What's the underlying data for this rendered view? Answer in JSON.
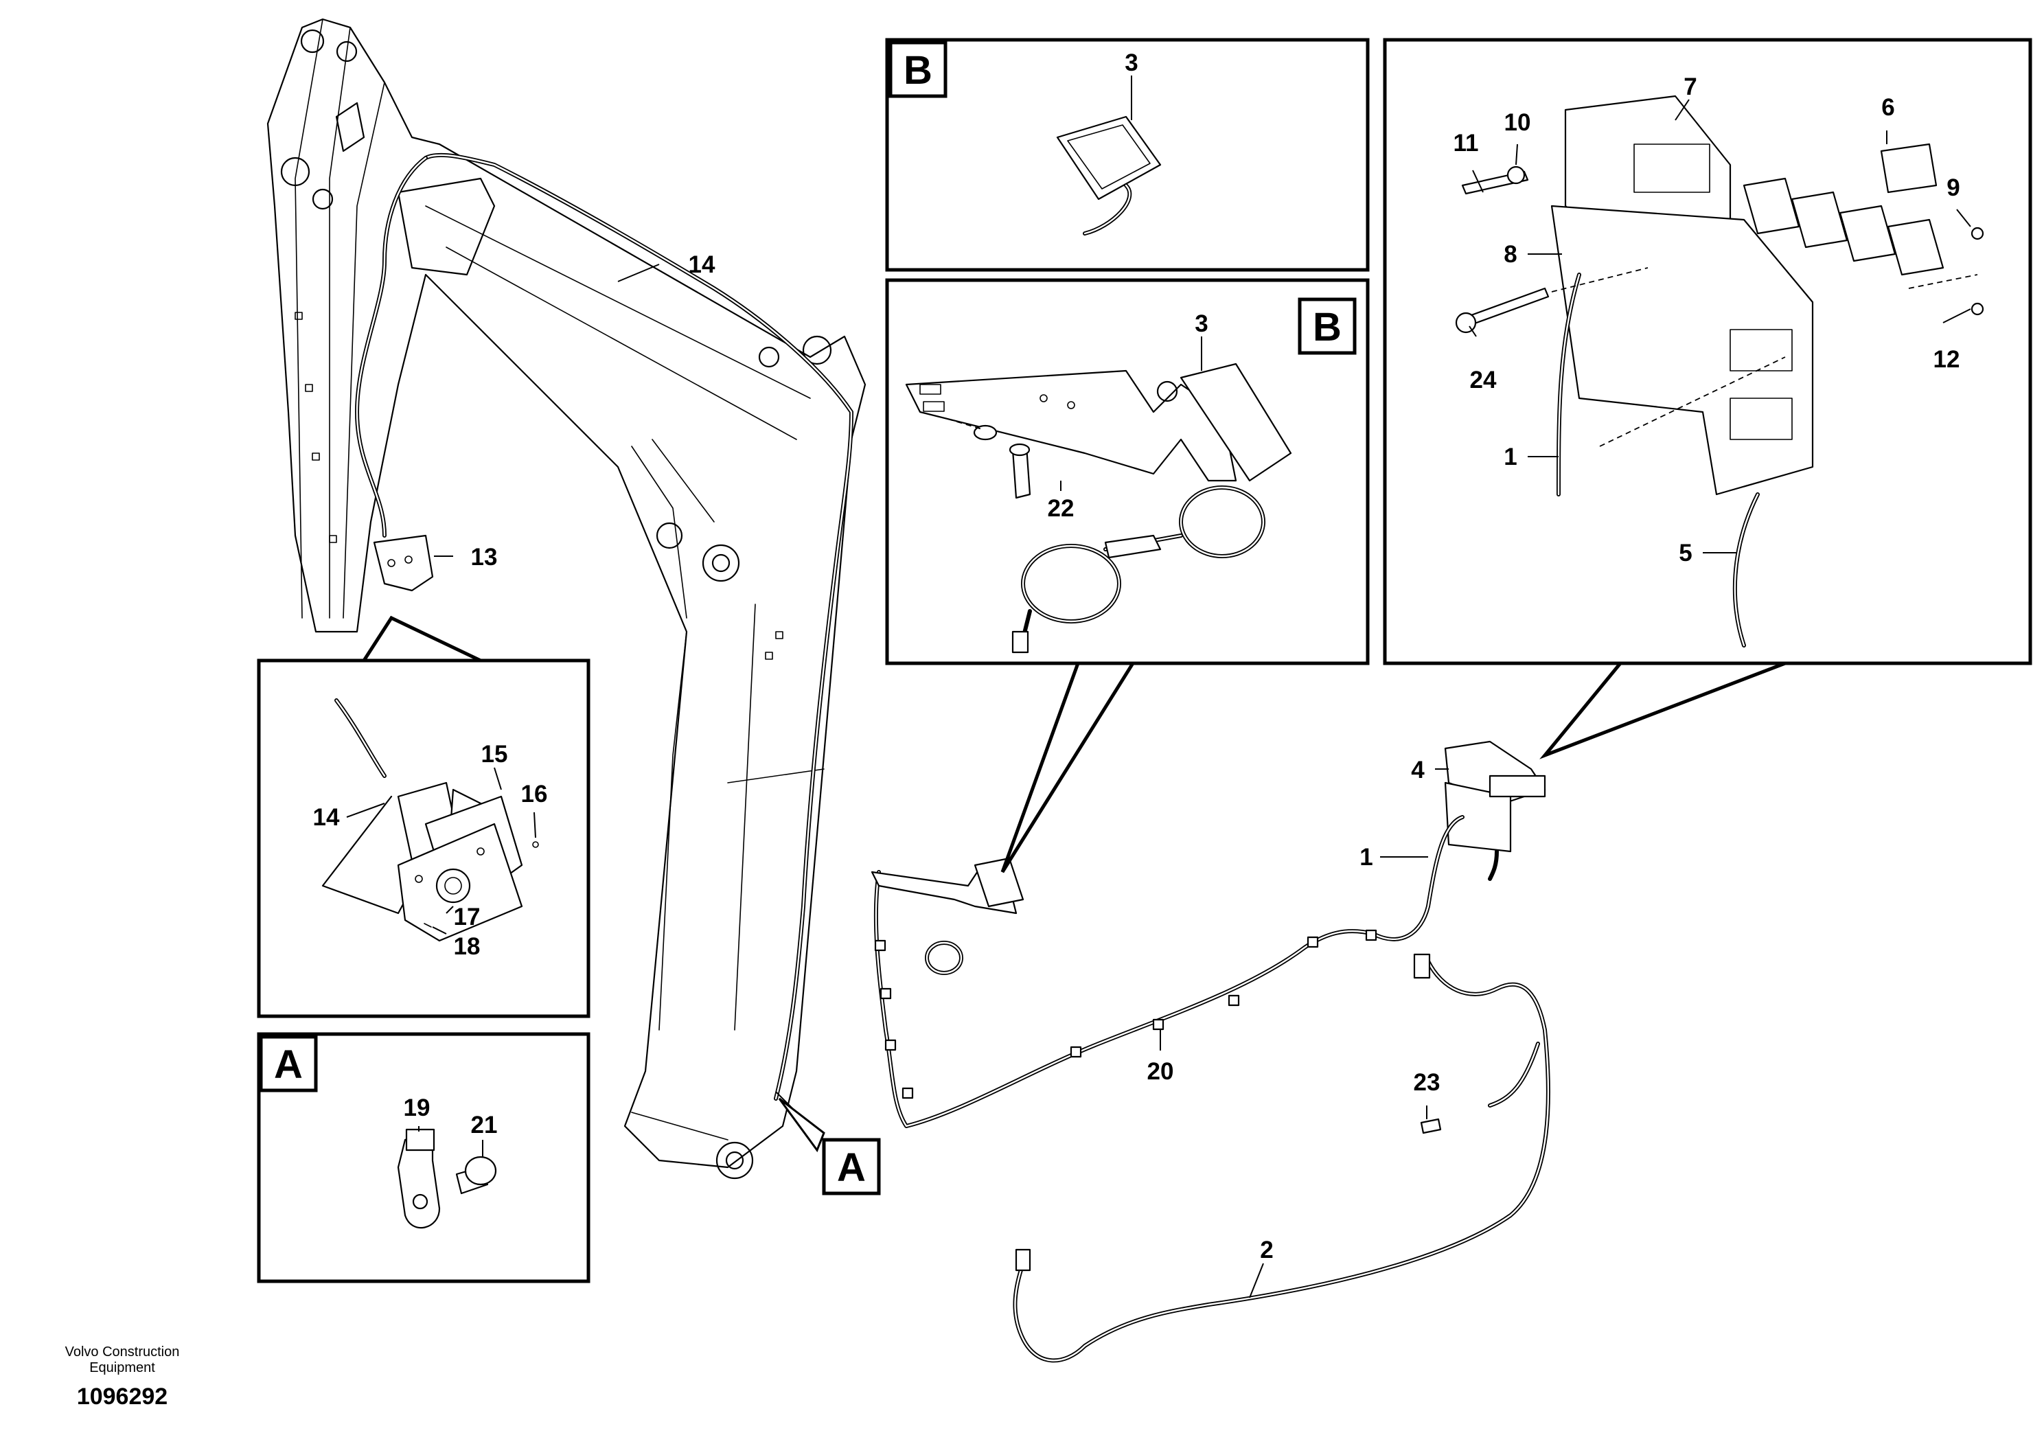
{
  "brand": {
    "line1": "Volvo Construction",
    "line2": "Equipment"
  },
  "drawing_number": "1096292",
  "detail_tags": {
    "a_inset": "A",
    "a_pointer": "A",
    "b_inset": "B",
    "b_pointer": "B"
  },
  "callouts": {
    "n1_top": "1",
    "n1_main": "1",
    "n2": "2",
    "n3_top": "3",
    "n3_bracket": "3",
    "n4": "4",
    "n5": "5",
    "n6": "6",
    "n7": "7",
    "n8": "8",
    "n9": "9",
    "n10": "10",
    "n11": "11",
    "n12": "12",
    "n13": "13",
    "n14_boom": "14",
    "n14_inset": "14",
    "n15": "15",
    "n16": "16",
    "n17": "17",
    "n18": "18",
    "n19": "19",
    "n20": "20",
    "n21": "21",
    "n22": "22",
    "n23": "23",
    "n24": "24"
  }
}
